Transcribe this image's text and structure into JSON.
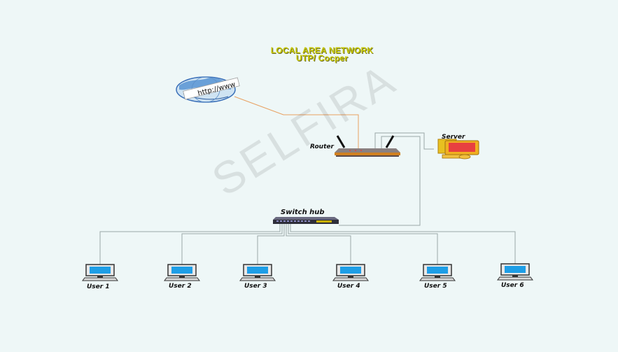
{
  "title": {
    "line1": "LOCAL AREA NETWORK",
    "line2": "UTP/ Cocper"
  },
  "internet": {
    "text": "http://www"
  },
  "router": {
    "label": "Router"
  },
  "server": {
    "label": "Server"
  },
  "switch": {
    "label": "Switch hub"
  },
  "watermark": "SELFIRA",
  "users": [
    {
      "label": "User 1"
    },
    {
      "label": "User 2"
    },
    {
      "label": "User 3"
    },
    {
      "label": "User 4"
    },
    {
      "label": "User 5"
    },
    {
      "label": "User 6"
    }
  ],
  "colors": {
    "background": "#eef7f7",
    "title": "#c8c800",
    "internet_link": "#e8a060",
    "lan_link": "#9aa7a7",
    "switch_body": "#3a3a4a",
    "router_body": "#7a6a6a",
    "server_body": "#e8c020"
  }
}
